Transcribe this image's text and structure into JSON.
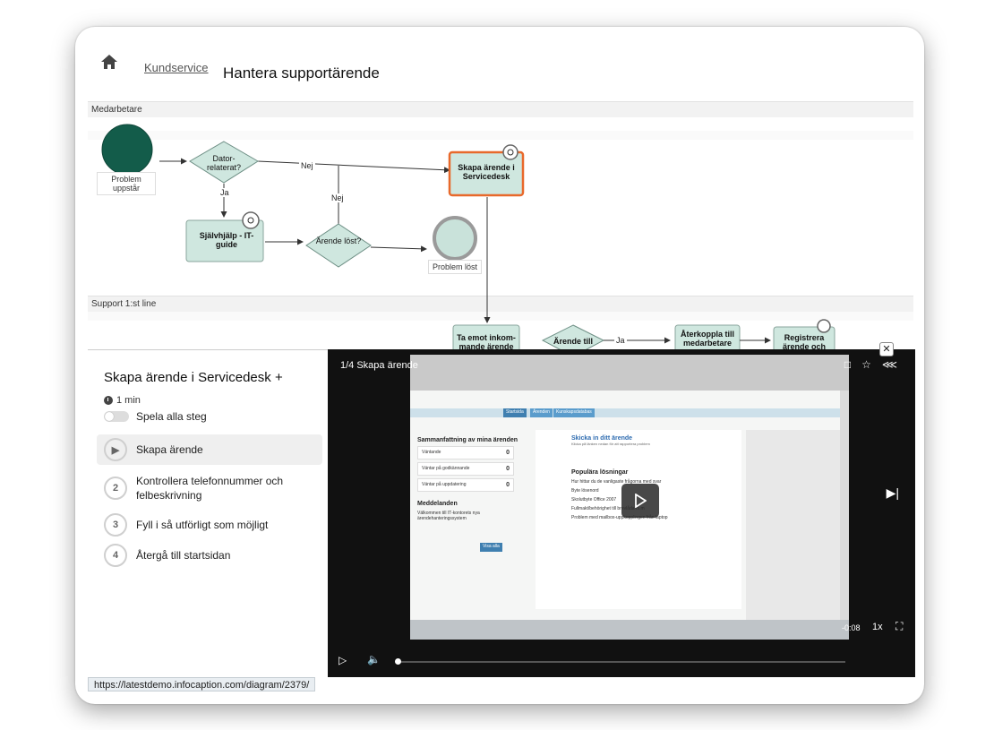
{
  "header": {
    "breadcrumb": "Kundservice",
    "title": "Hantera supportärende"
  },
  "diagram": {
    "lanes": [
      "Medarbetare",
      "Support 1:st line"
    ],
    "nodes": {
      "start_caption": "Problem uppstår",
      "decision_computer": "Dator-relaterat?",
      "self_help": "Självhjälp - IT-guide",
      "decision_solved": "Ärende löst?",
      "end_caption": "Problem löst",
      "create_case": "Skapa ärende i Servicedesk",
      "receive_case": "Ta emot inkom-mande ärende",
      "decision_support": "Ärende till ...",
      "feedback": "Återkoppla till medarbetare om ...",
      "register": "Registrera ärende och lös-"
    },
    "edge_labels": {
      "no_1": "Nej",
      "yes_1": "Ja",
      "no_2": "Nej",
      "yes_2": "Ja"
    }
  },
  "steps_panel": {
    "title": "Skapa ärende i Servicedesk +",
    "duration": "1 min",
    "play_all_label": "Spela alla steg",
    "steps": [
      {
        "num": "▶",
        "label": "Skapa ärende"
      },
      {
        "num": "2",
        "label": "Kontrollera telefonnummer och felbeskrivning"
      },
      {
        "num": "3",
        "label": "Fyll i så utförligt som möjligt"
      },
      {
        "num": "4",
        "label": "Återgå till startsidan"
      }
    ]
  },
  "video": {
    "title": "1/4 Skapa ärende",
    "time_remaining": "-0:08",
    "speed": "1x",
    "screen": {
      "tab_label": "Startsida",
      "tab2": "Ärenden",
      "tab3": "Kunskapsdatabas",
      "summary_heading": "Sammanfattning av mina ärenden",
      "summary_rows": [
        {
          "label": "Väntande",
          "value": "0"
        },
        {
          "label": "Väntar på godkännande",
          "value": "0"
        },
        {
          "label": "Väntar på uppdatering",
          "value": "0"
        }
      ],
      "messages_heading": "Meddelanden",
      "messages_text": "Välkommen till IT-kontorets nya ärendehanteringssystem",
      "view_all": "Visa alla",
      "send_heading": "Skicka in ditt ärende",
      "send_sub": "Klicka på länken nedan för att rapportera problem",
      "popular_heading": "Populära lösningar",
      "popular_items": [
        "Hur hittar du de vanligaste frågorna med svar",
        "Byte lösenord",
        "Skolutbyte Office 2007",
        "Fullmakt/behörighet till brevlåda m.m",
        "Problem med mailbox-uppkopplingen från laptop"
      ]
    }
  },
  "status_url": "https://latestdemo.infocaption.com/diagram/2379/"
}
